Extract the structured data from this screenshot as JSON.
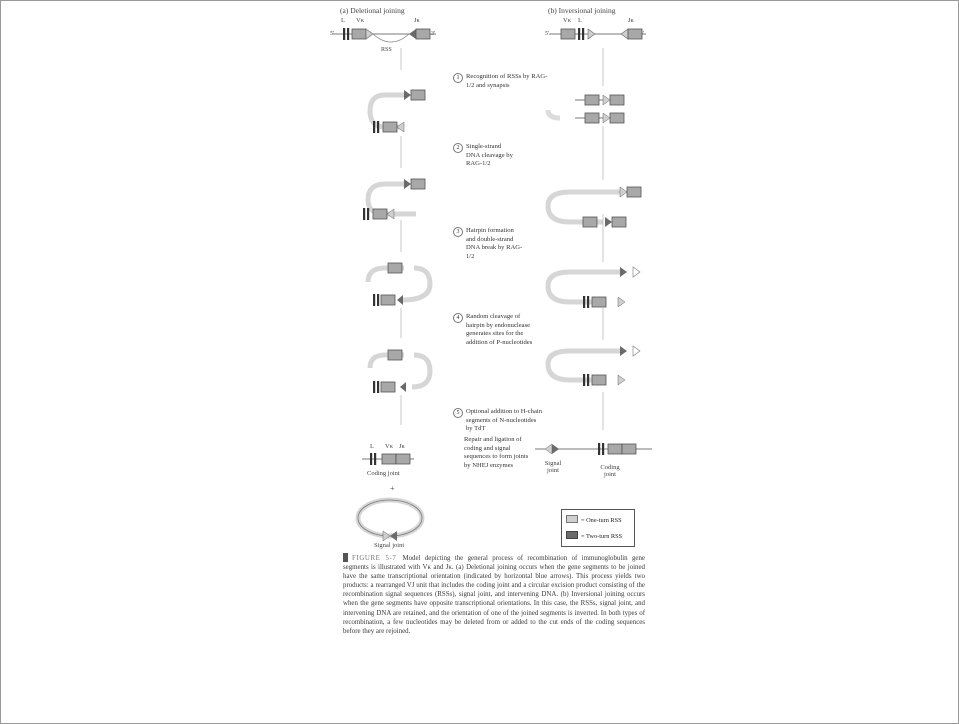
{
  "headers": {
    "left": "(a) Deletional joining",
    "right": "(b) Inversional joining"
  },
  "gene_labels": {
    "l_left": "L",
    "v_left": "Vκ",
    "j_left": "Jκ",
    "rss": "RSS",
    "l_right": "L",
    "v_right": "Vκ",
    "j_right": "Jκ",
    "l_final": "L",
    "v_final": "Vκ",
    "j_final": "Jκ",
    "five_prime": "5′",
    "three_prime": "3′"
  },
  "steps": [
    {
      "num": "1",
      "text": "Recognition of RSSs by RAG-1/2 and synapsis"
    },
    {
      "num": "2",
      "text": "Single-strand DNA cleavage by RAG-1/2"
    },
    {
      "num": "3",
      "text": "Hairpin formation and double-strand DNA break by RAG-1/2"
    },
    {
      "num": "4",
      "text": "Random cleavage of hairpin by endonuclease generates sites for the addition of P-nucleotides"
    },
    {
      "num": "5",
      "text": "Optional addition to H-chain segments of N-nucleotides by TdT"
    }
  ],
  "repair_text": "Repair and ligation of coding and signal sequences to form joints by NHEJ enzymes",
  "joint_labels": {
    "coding_left": "Coding joint",
    "plus": "+",
    "signal_left": "Signal joint",
    "signal_right": "Signal joint",
    "coding_right": "Coding joint"
  },
  "legend": {
    "one_turn": "= One-turn RSS",
    "two_turn": "= Two-turn RSS"
  },
  "caption": {
    "figure_no": "FIGURE 5-7",
    "text": "Model depicting the general process of recombination of immunoglobulin gene segments is illustrated with Vκ and Jκ. (a) Deletional joining occurs when the gene segments to be joined have the same transcriptional orientation (indicated by horizontal blue arrows). This process yields two products: a rearranged VJ unit that includes the coding joint and a circular excision product consisting of the recombination signal sequences (RSSs), signal joint, and intervening DNA. (b) Inversional joining occurs when the gene segments have opposite transcriptional orientations. In this case, the RSSs, signal joint, and intervening DNA are retained, and the orientation of one of the joined segments is inverted. In both types of recombination, a few nucleotides may be deleted from or added to the cut ends of the coding sequences before they are rejoined."
  },
  "colors": {
    "segment": "#a8a8a8",
    "segment_dark": "#555555",
    "line": "#7a7a7a",
    "one_turn": "#cfcfcf",
    "two_turn": "#6a6a6a"
  }
}
